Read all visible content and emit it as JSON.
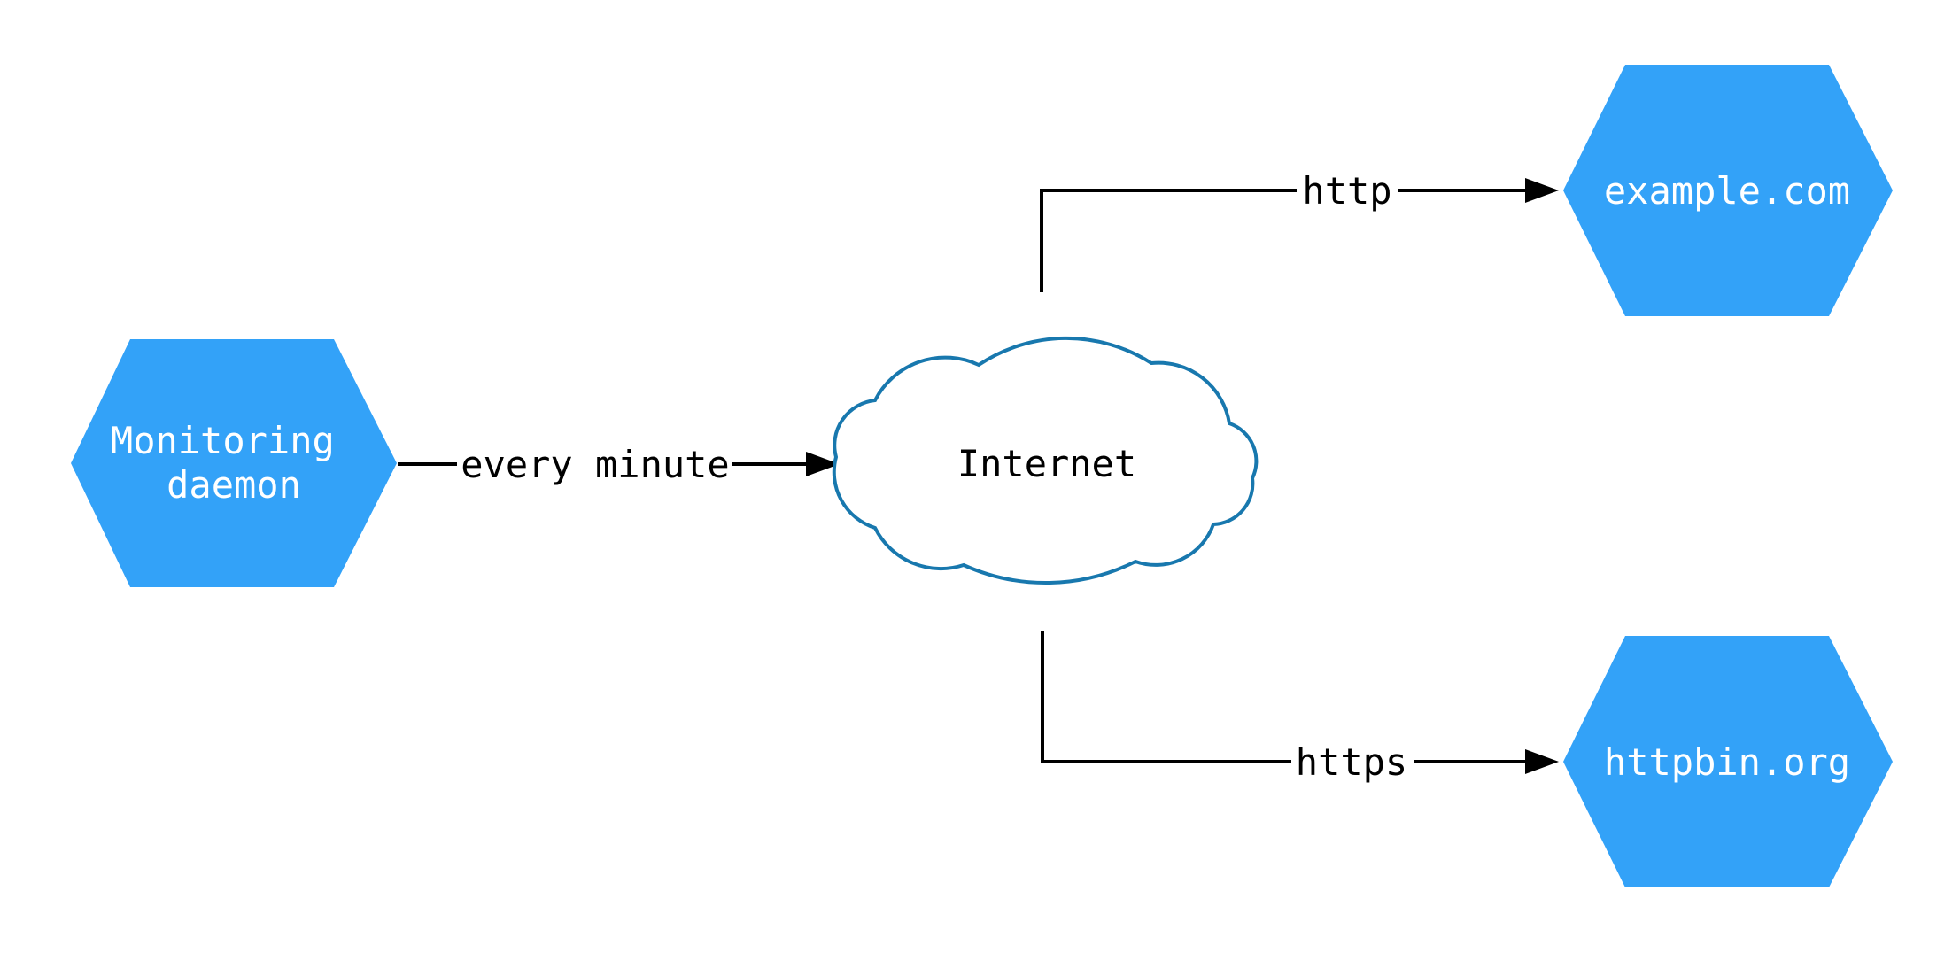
{
  "diagram": {
    "nodes": {
      "monitoring_daemon": {
        "shape": "hexagon",
        "line1": "Monitoring",
        "line2": "daemon"
      },
      "internet": {
        "shape": "cloud",
        "label": "Internet"
      },
      "example_com": {
        "shape": "hexagon",
        "label": "example.com"
      },
      "httpbin_org": {
        "shape": "hexagon",
        "label": "httpbin.org"
      }
    },
    "edges": [
      {
        "from": "monitoring_daemon",
        "to": "internet",
        "label": "every minute"
      },
      {
        "from": "internet",
        "to": "example_com",
        "label": "http"
      },
      {
        "from": "internet",
        "to": "httpbin_org",
        "label": "https"
      }
    ],
    "colors": {
      "node_fill": "#33A2F8",
      "node_text": "#FFFFFF",
      "cloud_stroke": "#1878AE",
      "edge_color": "#000000",
      "label_text": "#000000",
      "background": "#FFFFFF"
    }
  }
}
